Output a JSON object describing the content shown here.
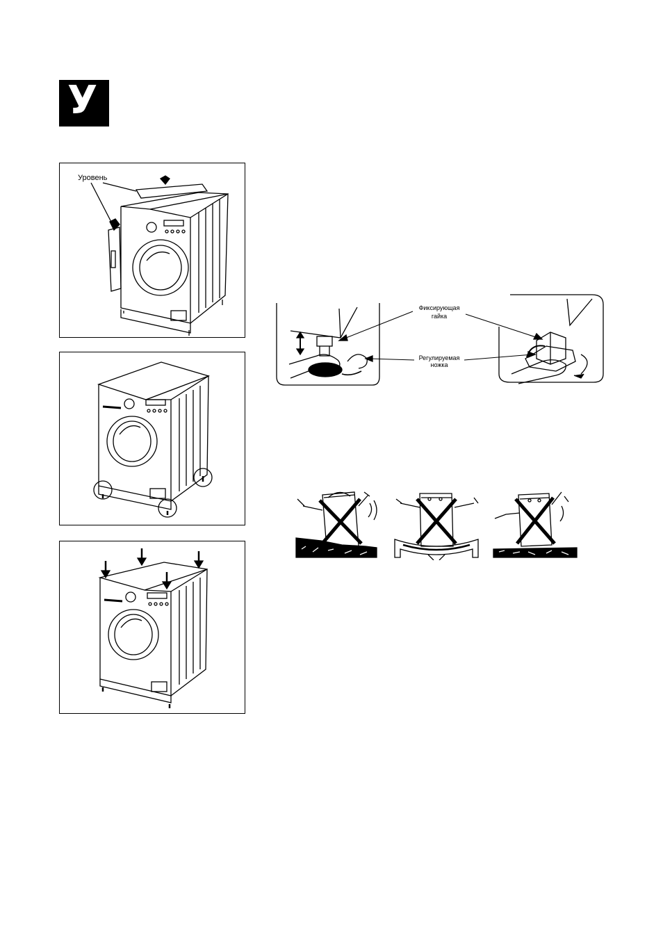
{
  "section_letter": "У",
  "figure1": {
    "level_label": "Уровень"
  },
  "feet_figure": {
    "lock_nut_label_line1": "Фиксирующая",
    "lock_nut_label_line2": "гайка",
    "adjustable_foot_label_line1": "Регулируемая",
    "adjustable_foot_label_line2": "ножка"
  }
}
